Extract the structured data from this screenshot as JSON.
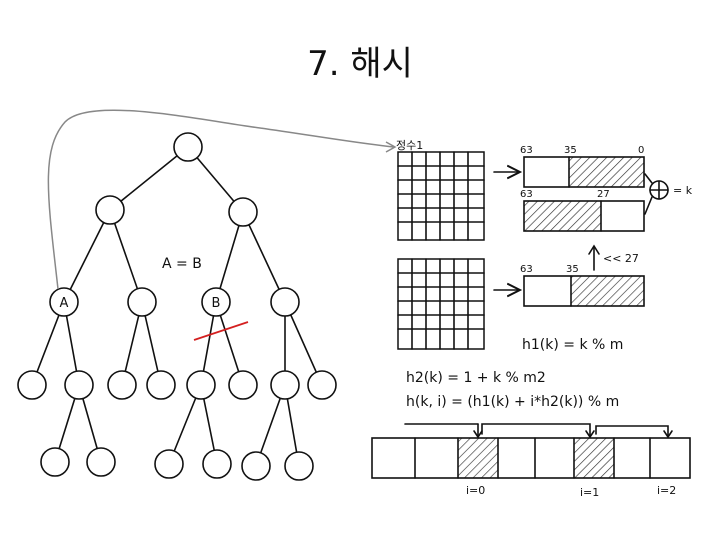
{
  "title": "7. 해시",
  "tree": {
    "equation": "A = B",
    "node_a_label": "A",
    "node_b_label": "B"
  },
  "grid": {
    "label": "정수1"
  },
  "bits_top": {
    "left": "63",
    "mid": "35",
    "right": "0"
  },
  "bits_shifted": {
    "left": "63",
    "mid": "27"
  },
  "bits_lower": {
    "left": "63",
    "mid": "35"
  },
  "shift_label": "<< 27",
  "xor_result": "= k",
  "formulas": {
    "h1": "h1(k) = k % m",
    "h2": "h2(k) = 1 + k % m2",
    "h": "h(k, i) = (h1(k) + i*h2(k)) % m"
  },
  "probe": {
    "i0": "i=0",
    "i1": "i=1",
    "i2": "i=2"
  },
  "colors": {
    "ink": "#111111",
    "cut": "#d42020",
    "arc": "#888888"
  }
}
